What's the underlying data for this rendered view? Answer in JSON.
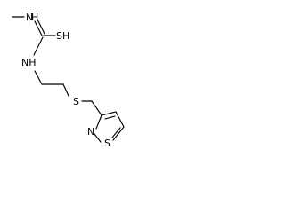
{
  "diagram": {
    "atoms": {
      "n_top": "N",
      "h_top": "H",
      "sh": "SH",
      "nh_left": "NH",
      "s_chain": "S",
      "s_ring": "S",
      "n_ring": "N"
    }
  }
}
